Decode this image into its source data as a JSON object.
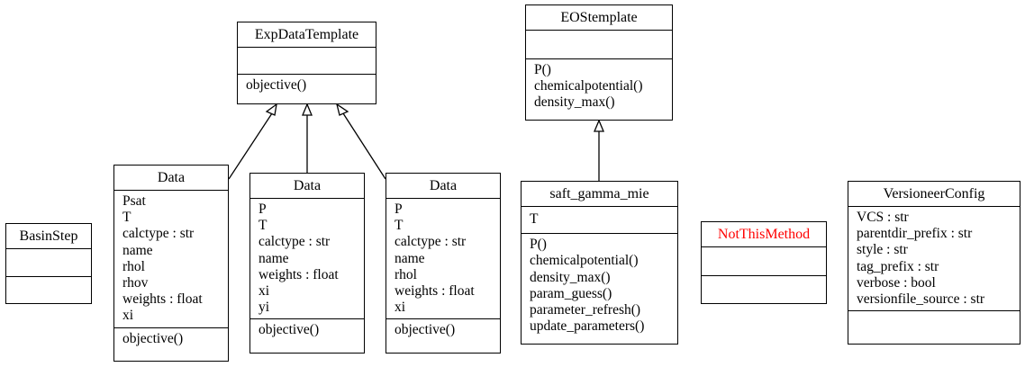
{
  "classes": {
    "exp": {
      "name": "ExpDataTemplate",
      "attrs": [],
      "methods": [
        "objective()"
      ]
    },
    "eos": {
      "name": "EOStemplate",
      "attrs": [],
      "methods": [
        "P()",
        "chemicalpotential()",
        "density_max()"
      ]
    },
    "basin": {
      "name": "BasinStep",
      "attrs": [],
      "methods": []
    },
    "data1": {
      "name": "Data",
      "attrs": [
        "Psat",
        "T",
        "calctype : str",
        "name",
        "rhol",
        "rhov",
        "weights : float",
        "xi"
      ],
      "methods": [
        "objective()"
      ]
    },
    "data2": {
      "name": "Data",
      "attrs": [
        "P",
        "T",
        "calctype : str",
        "name",
        "weights : float",
        "xi",
        "yi"
      ],
      "methods": [
        "objective()"
      ]
    },
    "data3": {
      "name": "Data",
      "attrs": [
        "P",
        "T",
        "calctype : str",
        "name",
        "rhol",
        "weights : float",
        "xi"
      ],
      "methods": [
        "objective()"
      ]
    },
    "saft": {
      "name": "saft_gamma_mie",
      "attrs": [
        "T"
      ],
      "methods": [
        "P()",
        "chemicalpotential()",
        "density_max()",
        "param_guess()",
        "parameter_refresh()",
        "update_parameters()"
      ]
    },
    "notthis": {
      "name": "NotThisMethod",
      "attrs": [],
      "methods": [],
      "color": "#ff0000"
    },
    "versioneer": {
      "name": "VersioneerConfig",
      "attrs": [
        "VCS : str",
        "parentdir_prefix : str",
        "style : str",
        "tag_prefix : str",
        "verbose : bool",
        "versionfile_source : str"
      ],
      "methods": []
    }
  }
}
